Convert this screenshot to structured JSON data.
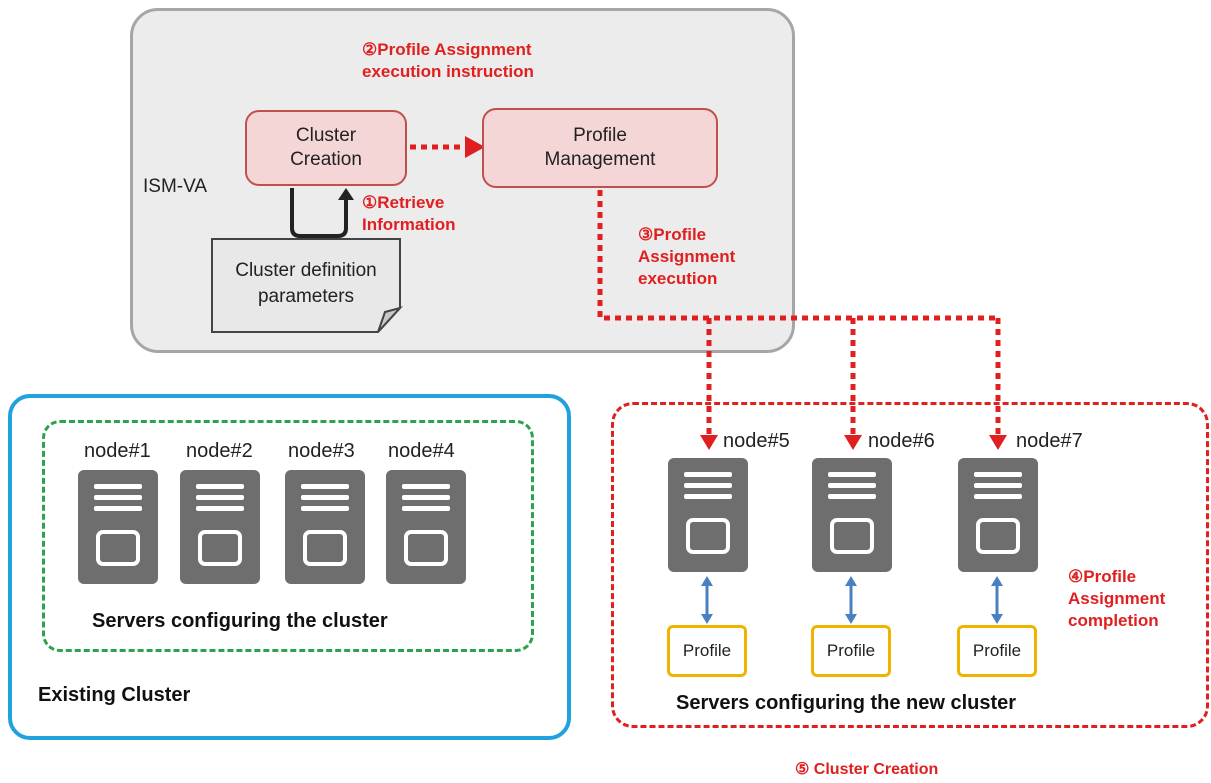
{
  "ism_va": {
    "label": "ISM-VA",
    "cluster_creation": "Cluster Creation",
    "profile_management": "Profile Management",
    "definition_doc": "Cluster definition parameters"
  },
  "steps": {
    "step1": "①Retrieve Information",
    "step2": "②Profile Assignment execution instruction",
    "step3": "③Profile Assignment execution",
    "step4": "④Profile Assignment completion",
    "step5": "⑤ Cluster Creation"
  },
  "existing_cluster": {
    "title": "Existing Cluster",
    "caption": "Servers configuring the cluster",
    "nodes": [
      "node#1",
      "node#2",
      "node#3",
      "node#4"
    ]
  },
  "new_cluster": {
    "caption": "Servers configuring the new cluster",
    "nodes": [
      "node#5",
      "node#6",
      "node#7"
    ],
    "profile_label": "Profile"
  },
  "colors": {
    "accent_red": "#e02020",
    "existing_border": "#1fa2de",
    "cluster_dashed": "#2aa34a",
    "new_cluster_dashed": "#e0201c",
    "profile_border": "#f0b400",
    "server_gray": "#6e6e6e"
  },
  "icons": [
    "server-icon",
    "document-icon",
    "loop-arrow-icon",
    "double-arrow-icon"
  ]
}
